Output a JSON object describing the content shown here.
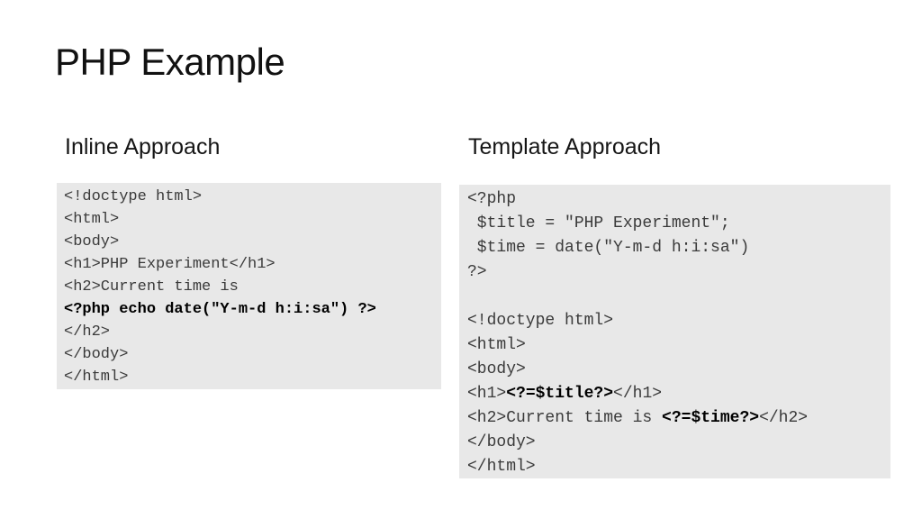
{
  "slide": {
    "title": "PHP Example",
    "colors": {
      "slide_background": "#ffffff",
      "code_background": "#e8e8e8",
      "code_text": "#3a3a3a",
      "code_bold_text": "#000000",
      "heading_text": "#161616"
    },
    "left": {
      "heading": "Inline Approach",
      "code_lines": [
        [
          {
            "t": "<!doctype html>",
            "b": false
          }
        ],
        [
          {
            "t": "<html>",
            "b": false
          }
        ],
        [
          {
            "t": "<body>",
            "b": false
          }
        ],
        [
          {
            "t": "<h1>PHP Experiment</h1>",
            "b": false
          }
        ],
        [
          {
            "t": "<h2>Current time is",
            "b": false
          }
        ],
        [
          {
            "t": "<?php echo date(\"Y-m-d h:i:sa\") ?>",
            "b": true
          }
        ],
        [
          {
            "t": "</h2>",
            "b": false
          }
        ],
        [
          {
            "t": "</body>",
            "b": false
          }
        ],
        [
          {
            "t": "</html>",
            "b": false
          }
        ]
      ]
    },
    "right": {
      "heading": "Template Approach",
      "code_lines": [
        [
          {
            "t": "<?php",
            "b": false
          }
        ],
        [
          {
            "t": " $title = \"PHP Experiment\";",
            "b": false
          }
        ],
        [
          {
            "t": " $time = date(\"Y-m-d h:i:sa\")",
            "b": false
          }
        ],
        [
          {
            "t": "?>",
            "b": false
          }
        ],
        [],
        [
          {
            "t": "<!doctype html>",
            "b": false
          }
        ],
        [
          {
            "t": "<html>",
            "b": false
          }
        ],
        [
          {
            "t": "<body>",
            "b": false
          }
        ],
        [
          {
            "t": "<h1>",
            "b": false
          },
          {
            "t": "<?=$title?>",
            "b": true
          },
          {
            "t": "</h1>",
            "b": false
          }
        ],
        [
          {
            "t": "<h2>Current time is ",
            "b": false
          },
          {
            "t": "<?=$time?>",
            "b": true
          },
          {
            "t": "</h2>",
            "b": false
          }
        ],
        [
          {
            "t": "</body>",
            "b": false
          }
        ],
        [
          {
            "t": "</html>",
            "b": false
          }
        ]
      ]
    }
  }
}
